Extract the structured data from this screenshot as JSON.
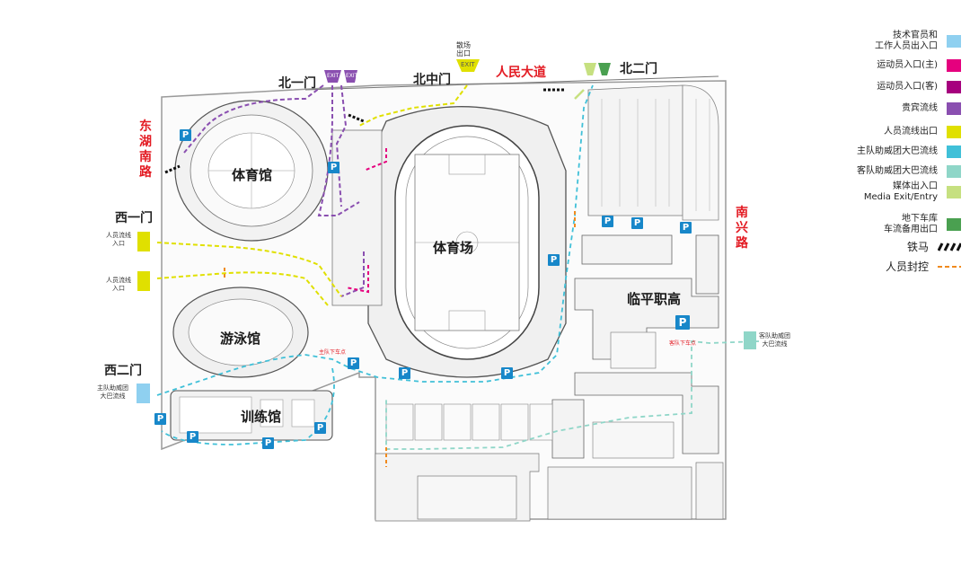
{
  "labels": {
    "bei_yi_men": "北一门",
    "bei_zhong_men": "北中门",
    "bei_er_men": "北二门",
    "xi_yi_men": "西一门",
    "xi_er_men": "西二门",
    "renmin_dadao": "人民大道",
    "donghu_nanlu": "东湖南路",
    "nanxing_lu": "南兴路",
    "tiyuguan": "体育馆",
    "tiyuchang": "体育场",
    "youyongguan": "游泳馆",
    "xunlianguan": "训练馆",
    "linping_zhigao": "临平职高",
    "exit_sign": "EXIT",
    "sanchang_chukou": "散场\n出口",
    "renyuan_liuxian_rukou_1": "人员流线\n入口",
    "renyuan_liuxian_rukou_2": "人员流线\n入口",
    "zhudui_bus": "主队助威团\n大巴流线",
    "kedui_bus": "客队助威团\n大巴流线",
    "kedui_xiachedian": "客队下车点",
    "zhudui_xiachedian": "主队下车点",
    "parking": "P"
  },
  "legend": {
    "items": [
      {
        "label": "技术官员和\n工作人员出入口",
        "color": "#8fd0f0"
      },
      {
        "label": "运动员入口(主)",
        "color": "#e5007e"
      },
      {
        "label": "运动员入口(客)",
        "color": "#a6007e"
      },
      {
        "label": "贵宾流线",
        "color": "#8a4fb0"
      },
      {
        "label": "人员流线出口",
        "color": "#e0e000"
      },
      {
        "label": "主队助威团大巴流线",
        "color": "#40c0d8"
      },
      {
        "label": "客队助威团大巴流线",
        "color": "#8fd6c8"
      },
      {
        "label": "媒体出入口\nMedia Exit/Entry",
        "color": "#c6e080"
      },
      {
        "label": "地下车库\n车流备用出口",
        "color": "#4aa050"
      }
    ],
    "tiema": "铁马",
    "fengkong": "人员封控"
  },
  "colors": {
    "red_label": "#e31b23",
    "parking_blue": "#1787c9",
    "vip_purple": "#8a4fb0",
    "people_yellow": "#e0e000",
    "home_bus": "#40c0d8",
    "control_orange": "#f08a1e"
  }
}
